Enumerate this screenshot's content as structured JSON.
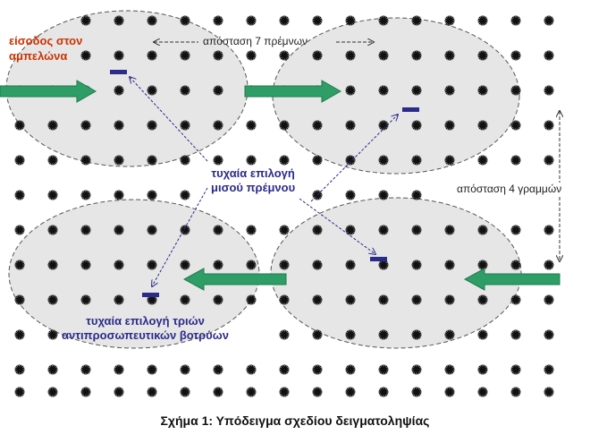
{
  "labels": {
    "entrance_line1": "είσοδος στον",
    "entrance_line2": "αμπελώνα",
    "vine_distance": "απόσταση 7 πρέμνων",
    "row_distance": "απόσταση 4 γραμμών",
    "random_vine_line1": "τυχαία επιλογή",
    "random_vine_line2": "μισού πρέμνου",
    "random_bunches_line1": "τυχαία επιλογή τριών",
    "random_bunches_line2": "αντιπροσωπευτικών βοτρύων"
  },
  "caption": "Σχήμα 1: Υπόδειγμα σχεδίου δειγματοληψίας",
  "colors": {
    "entrance_text": "#cc3300",
    "random_text": "#2b2b8c",
    "arrow_green": "#2e9e66",
    "marker_blue": "#2b2b8c",
    "ellipse_fill": "#e6e6e6",
    "vine_plant": "#111111"
  },
  "icons": {
    "vine": "star-burst-icon",
    "direction": "arrow-icon",
    "sample_point": "bar-marker-icon"
  }
}
